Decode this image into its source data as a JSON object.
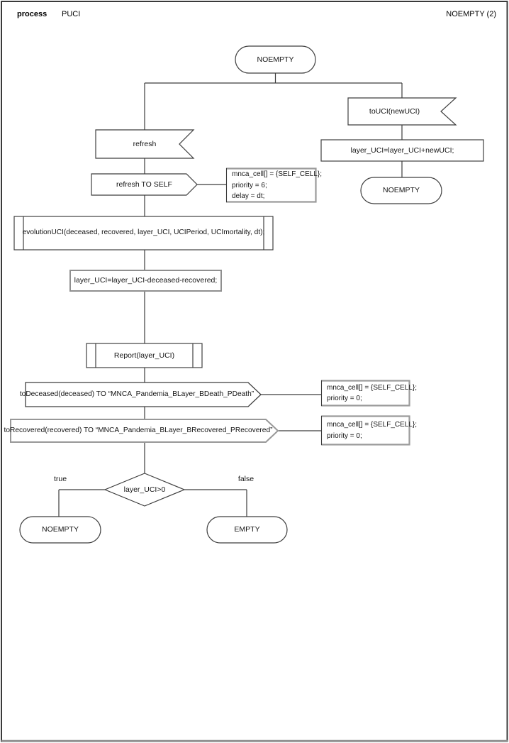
{
  "header": {
    "kind": "process",
    "name": "PUCI",
    "page_state": "NOEMPTY (2)"
  },
  "colors": {
    "stroke": "#3f3f3f",
    "muted": "#9a9a9a",
    "background": "#ffffff"
  },
  "nodes": {
    "start_state": "NOEMPTY",
    "input_touci": "toUCI(newUCI)",
    "assign_add": "layer_UCI=layer_UCI+newUCI;",
    "state_noempty_right": "NOEMPTY",
    "input_refresh": "refresh",
    "output_refresh": "refresh TO SELF",
    "proc_evolution": "evolutionUCI(deceased, recovered, layer_UCI, UCIPeriod, UCImortality, dt);",
    "assign_sub": "layer_UCI=layer_UCI-deceased-recovered;",
    "proc_report": "Report(layer_UCI)",
    "output_todeceased": "toDeceased(deceased) TO “MNCA_Pandemia_BLayer_BDeath_PDeath”",
    "output_torecovered": "toRecovered(recovered) TO “MNCA_Pandemia_BLayer_BRecovered_PRecovered”",
    "decision": "layer_UCI>0",
    "branch_true": "true",
    "branch_false": "false",
    "state_noempty_bottom": "NOEMPTY",
    "state_empty": "EMPTY"
  },
  "comments": {
    "refresh": [
      "mnca_cell[] = {SELF_CELL};",
      "priority = 6;",
      "delay = dt;"
    ],
    "deceased": [
      "mnca_cell[] = {SELF_CELL};",
      "priority = 0;"
    ],
    "recovered": [
      "mnca_cell[] = {SELF_CELL};",
      "priority = 0;"
    ]
  }
}
